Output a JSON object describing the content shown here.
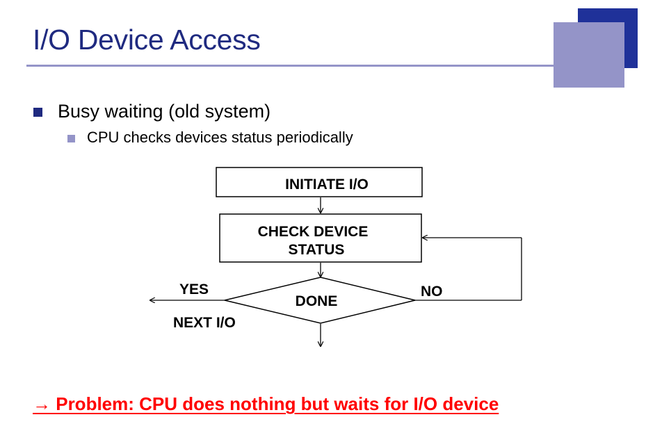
{
  "slide": {
    "title": "I/O Device Access",
    "bullets": [
      {
        "text": "Busy waiting (old system)",
        "sub": [
          "CPU checks devices status periodically"
        ]
      }
    ],
    "problem_line": "→ Problem: CPU does nothing but waits for I/O device"
  },
  "flowchart": {
    "initiate": "INITIATE I/O",
    "check_line1": "CHECK DEVICE",
    "check_line2": "STATUS",
    "decision": "DONE",
    "yes": "YES",
    "no": "NO",
    "next": "NEXT I/O"
  },
  "colors": {
    "title": "#1f2a80",
    "accent_dark": "#1f3199",
    "accent_light": "#9494c8",
    "problem": "#ff0000"
  }
}
